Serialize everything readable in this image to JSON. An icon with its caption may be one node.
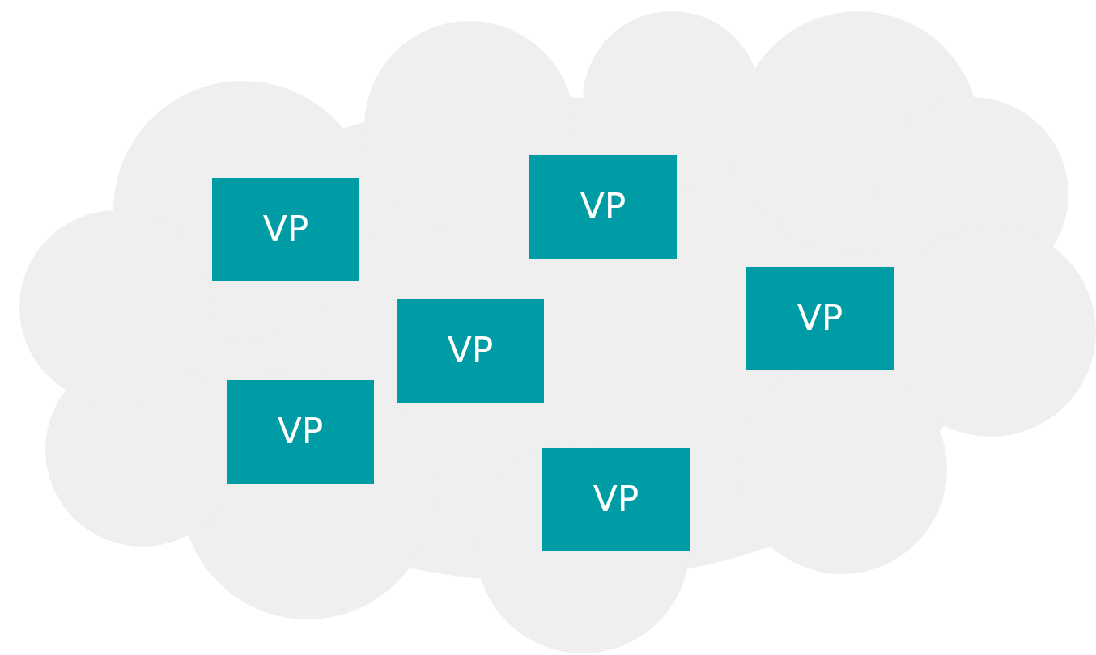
{
  "diagram": {
    "nodes": [
      {
        "text": [],
        "shape": "cloud"
      },
      {
        "text": [
          "VP"
        ],
        "in": 0
      },
      {
        "text": [
          "VP"
        ],
        "in": 0
      },
      {
        "text": [
          "VP"
        ],
        "in": 0
      },
      {
        "text": [
          "VP"
        ],
        "in": 0
      },
      {
        "text": [
          "VP"
        ],
        "in": 0
      },
      {
        "text": [
          "VP"
        ],
        "in": 0
      }
    ]
  }
}
